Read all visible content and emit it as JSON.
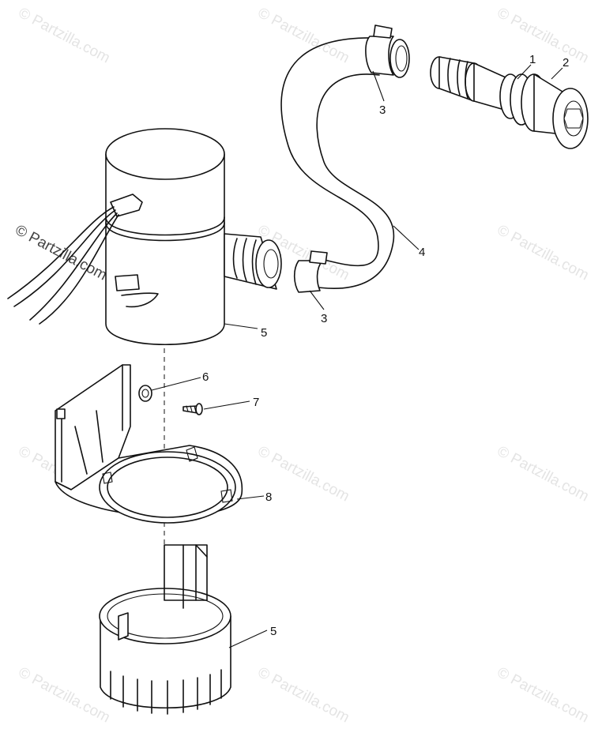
{
  "watermark": {
    "text": "© Partzilla.com",
    "color": "#cfcfcf"
  },
  "callouts": [
    {
      "id": "c1",
      "label": "1"
    },
    {
      "id": "c2",
      "label": "2"
    },
    {
      "id": "c3a",
      "label": "3"
    },
    {
      "id": "c3b",
      "label": "3"
    },
    {
      "id": "c4",
      "label": "4"
    },
    {
      "id": "c5a",
      "label": "5"
    },
    {
      "id": "c5b",
      "label": "5"
    },
    {
      "id": "c6",
      "label": "6"
    },
    {
      "id": "c7",
      "label": "7"
    },
    {
      "id": "c8",
      "label": "8"
    }
  ]
}
